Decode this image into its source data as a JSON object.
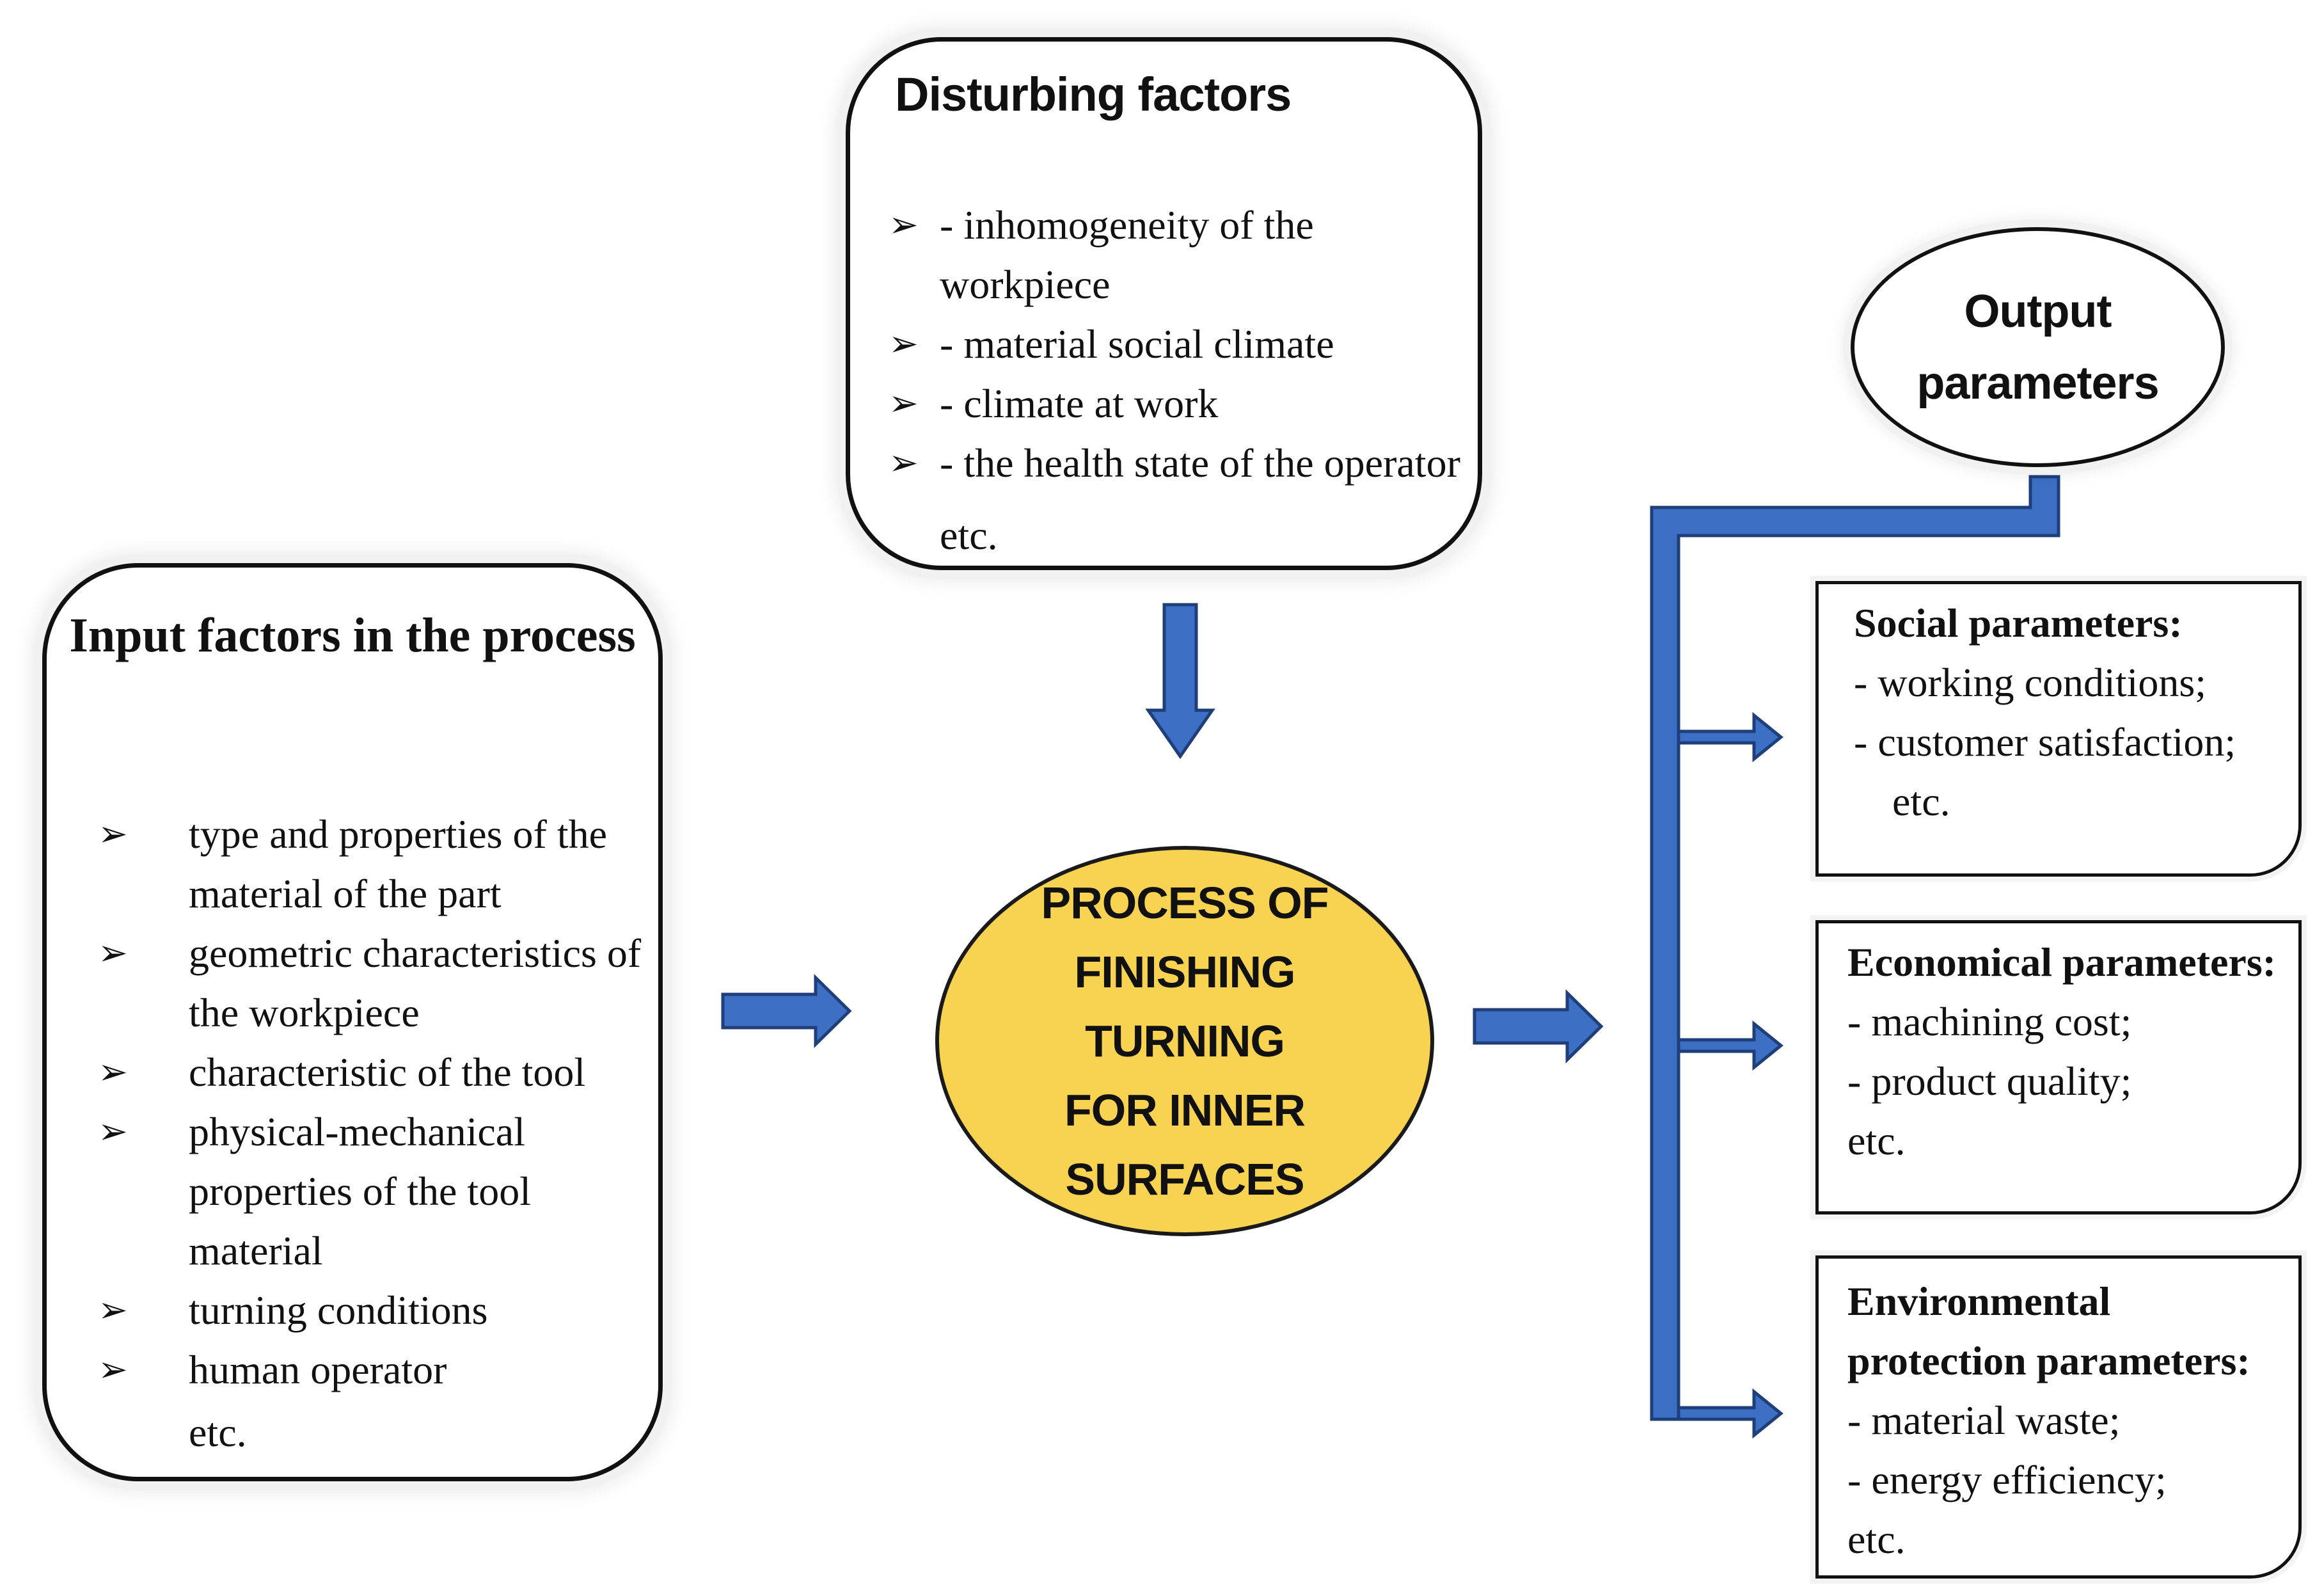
{
  "disturbing": {
    "title": "Disturbing factors",
    "items": [
      "- inhomogeneity of the workpiece",
      "- material social climate",
      "- climate at work",
      "- the health state of the operator"
    ],
    "after": "etc."
  },
  "input": {
    "title": "Input factors in the process",
    "items": [
      "type and properties of the material of the part",
      "geometric characteristics of the workpiece",
      "characteristic of the tool",
      "physical-mechanical properties of the tool material",
      "turning conditions",
      "human operator"
    ],
    "after": "etc."
  },
  "process": {
    "label": "PROCESS OF FINISHING TURNING FOR INNER SURFACES"
  },
  "output": {
    "title": "Output parameters"
  },
  "social": {
    "title": "Social parameters:",
    "lines": [
      "- working conditions;",
      "- customer satisfaction;"
    ],
    "after": "etc."
  },
  "economical": {
    "title": "Economical parameters:",
    "lines": [
      "- machining cost;",
      "- product quality;"
    ],
    "after": "etc."
  },
  "environmental": {
    "title_line1": "Environmental",
    "title_line2": "protection parameters:",
    "lines": [
      "- material waste;",
      "- energy efficiency;"
    ],
    "after": "etc."
  },
  "bullet_symbol": "➢",
  "colors": {
    "arrow_fill": "#3d6fc4",
    "arrow_stroke": "#1f3f7a",
    "process_fill": "#f8d251"
  }
}
